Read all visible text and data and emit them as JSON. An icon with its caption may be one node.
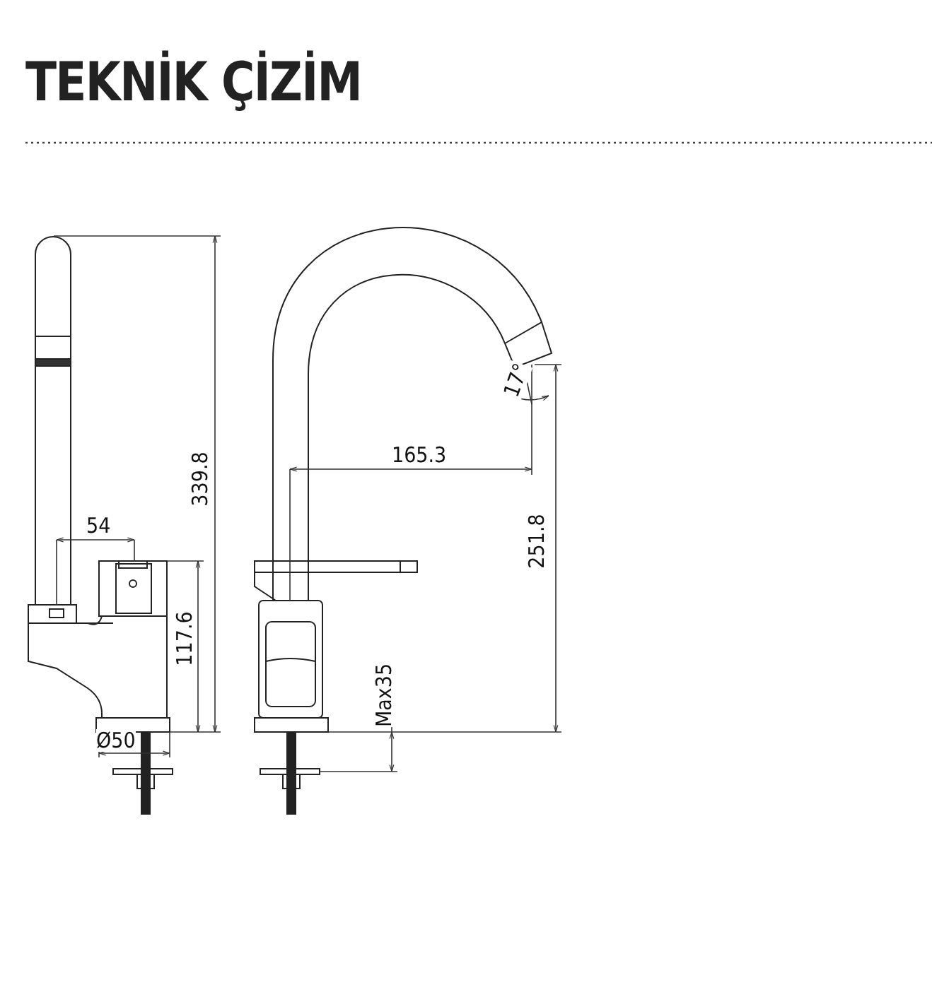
{
  "diagram": {
    "title": "TEKNİK ÇİZİM",
    "labels": [
      "17°",
      "165.3",
      "339.8",
      "54",
      "251.8",
      "117.6",
      "Max35",
      "Ø50"
    ]
  }
}
